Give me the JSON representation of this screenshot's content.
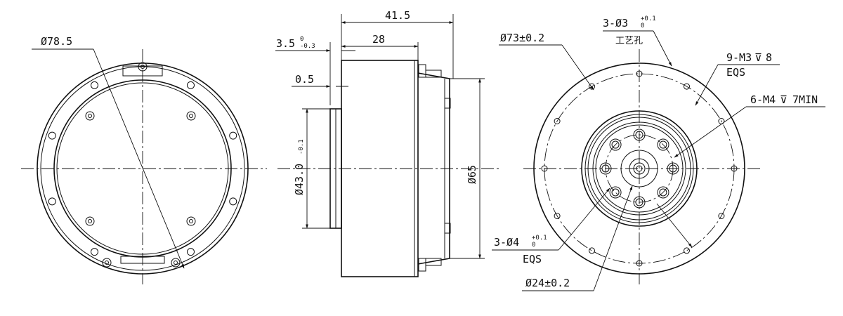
{
  "dimensions": {
    "left_outer_dia": "Ø78.5",
    "total_length": "41.5",
    "flange_offset": "3.5",
    "flange_offset_upper": "0",
    "flange_offset_lower": "-0.3",
    "body_length": "28",
    "step_depth": "0.5",
    "boss_dia": "Ø43.0",
    "boss_dia_tol": "-0.1",
    "body_dia": "Ø65",
    "bolt_circle_dia": "Ø73±0.2",
    "process_holes": "3-Ø3",
    "process_holes_tol_upper": "+0.1",
    "process_holes_tol_lower": "0",
    "process_holes_note": "工艺孔",
    "outer_threads": "9-M3",
    "outer_threads_depth": "8",
    "outer_threads_eqs": "EQS",
    "inner_threads": "6-M4",
    "inner_threads_depth": "7MIN",
    "pin_holes": "3-Ø4",
    "pin_holes_tol_upper": "+0.1",
    "pin_holes_tol_lower": "0",
    "pin_holes_eqs": "EQS",
    "inner_circle_dia": "Ø24±0.2",
    "depth_symbol": "⊽"
  }
}
